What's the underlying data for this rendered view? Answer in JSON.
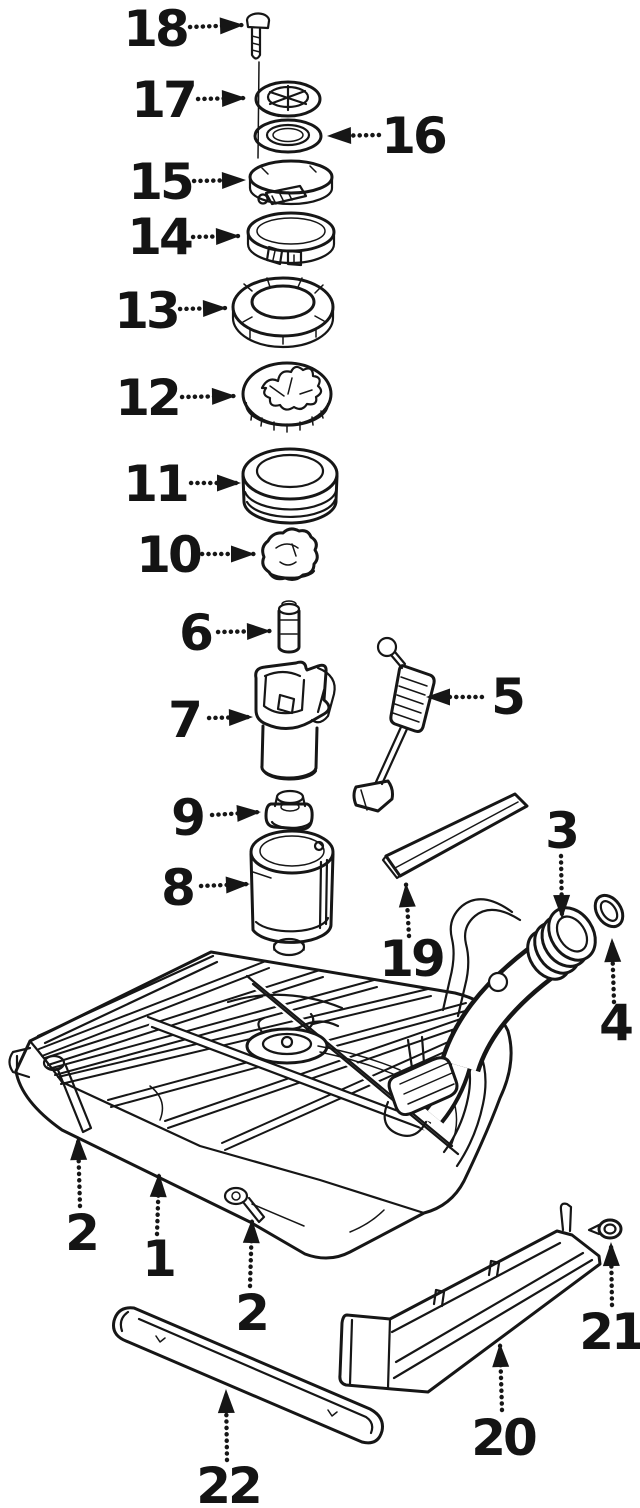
{
  "diagram": {
    "type": "exploded-parts-diagram",
    "subject": "fuel-tank-assembly",
    "colors": {
      "background": "#ffffff",
      "ink": "#161616"
    },
    "callouts": [
      {
        "id": "18",
        "label": "18",
        "part": "screw"
      },
      {
        "id": "17",
        "label": "17",
        "part": "cap-washer"
      },
      {
        "id": "16",
        "label": "16",
        "part": "seal-ring"
      },
      {
        "id": "15",
        "label": "15",
        "part": "hose-clamp"
      },
      {
        "id": "14",
        "label": "14",
        "part": "hose-clamp"
      },
      {
        "id": "13",
        "label": "13",
        "part": "lock-ring"
      },
      {
        "id": "12",
        "label": "12",
        "part": "filler-cap"
      },
      {
        "id": "11",
        "label": "11",
        "part": "seal-ring-stack"
      },
      {
        "id": "10",
        "label": "10",
        "part": "vent-cap"
      },
      {
        "id": "6",
        "label": "6",
        "part": "check-valve"
      },
      {
        "id": "7",
        "label": "7",
        "part": "pump-retainer"
      },
      {
        "id": "5",
        "label": "5",
        "part": "fuel-level-sender"
      },
      {
        "id": "9",
        "label": "9",
        "part": "grommet"
      },
      {
        "id": "8",
        "label": "8",
        "part": "pump-canister"
      },
      {
        "id": "19",
        "label": "19",
        "part": "pad-strip"
      },
      {
        "id": "3",
        "label": "3",
        "part": "filler-pipe"
      },
      {
        "id": "4",
        "label": "4",
        "part": "pipe-seal"
      },
      {
        "id": "1",
        "label": "1",
        "part": "fuel-tank"
      },
      {
        "id": "2",
        "label": "2",
        "part": "mounting-bolt"
      },
      {
        "id": "2b",
        "label": "2",
        "part": "mounting-bolt"
      },
      {
        "id": "22",
        "label": "22",
        "part": "support-strap"
      },
      {
        "id": "20",
        "label": "20",
        "part": "heat-shield"
      },
      {
        "id": "21",
        "label": "21",
        "part": "shield-bolt"
      }
    ]
  }
}
